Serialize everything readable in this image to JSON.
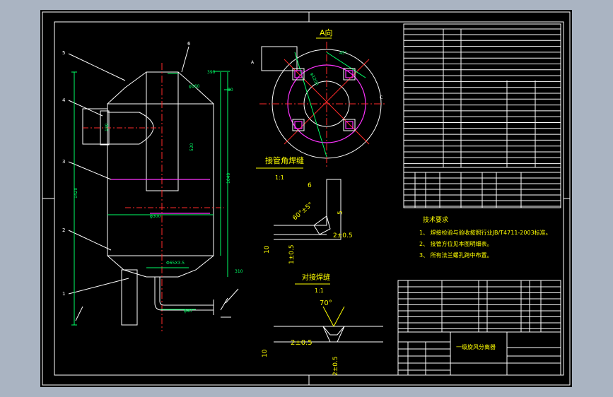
{
  "view_title": "A向",
  "weld_detail_title": "接管角焊缝",
  "weld_detail_scale": "1:1",
  "butt_weld_title": "对接焊缝",
  "butt_weld_scale": "1:1",
  "weld_dims": {
    "top": "6",
    "angle1": "60°±5°",
    "root": "2±0.5",
    "height": "10",
    "gap": "1±0.5",
    "angle2": "70°",
    "gap2": "2±0.5",
    "height2": "10",
    "root2": "2±0.5"
  },
  "view_labels": {
    "a": "A",
    "c": "C"
  },
  "tech_requirements": {
    "title": "技术要求",
    "items": [
      "1、 焊接检验与验收按照行业JB/T4711-2003标准。",
      "2、 接管方位见本图明细表。",
      "3、 所有法兰螺孔跨中布置。"
    ]
  },
  "part_numbers": [
    "5",
    "4",
    "3",
    "2",
    "1",
    "6"
  ],
  "title_block": {
    "drawing_name": "一级旋风分离器"
  }
}
